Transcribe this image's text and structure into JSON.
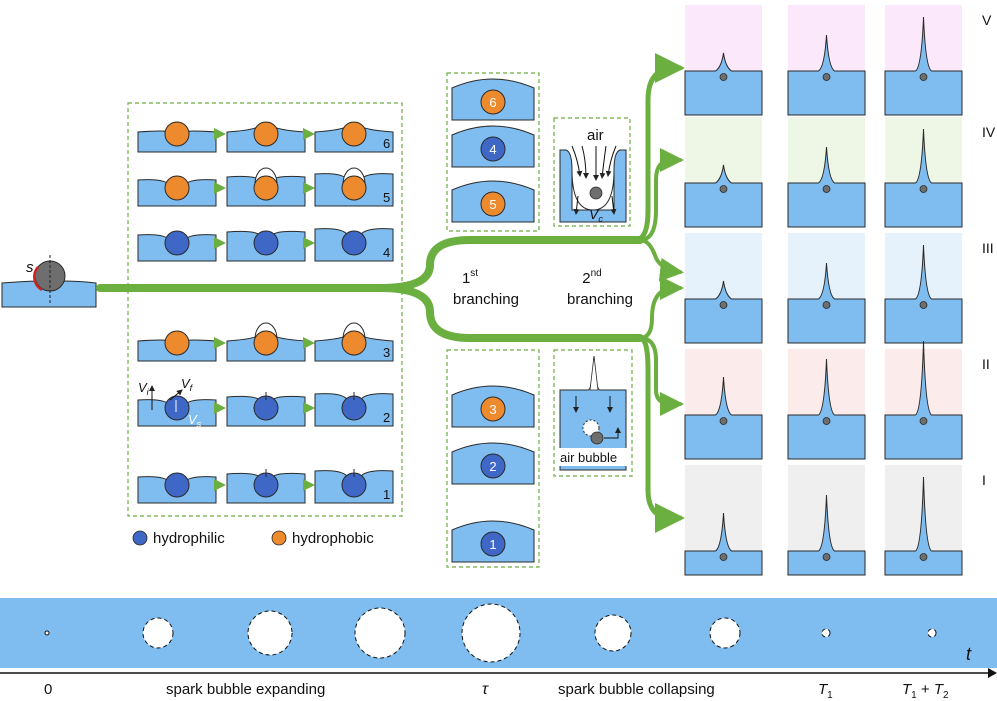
{
  "colors": {
    "water": "#7fbdf0",
    "water_stroke": "#2a2a2a",
    "hydrophilic": "#3f67c6",
    "hydrophobic": "#ee8a2e",
    "gray_particle": "#6e6e6e",
    "arrow_green": "#6aaf3f",
    "dash_green": "#6aaf3f",
    "bg_V": "#fbe9fb",
    "bg_IV": "#eef7e5",
    "bg_III": "#e6f2fb",
    "bg_II": "#fbeceb",
    "bg_I": "#efefef"
  },
  "initial": {
    "s_label": "s"
  },
  "left_panel": {
    "rows": [
      {
        "number": "6",
        "particle": "hydrophobic"
      },
      {
        "number": "5",
        "particle": "hydrophobic"
      },
      {
        "number": "4",
        "particle": "hydrophilic"
      },
      {
        "number": "3",
        "particle": "hydrophobic"
      },
      {
        "number": "2",
        "particle": "hydrophilic"
      },
      {
        "number": "1",
        "particle": "hydrophilic"
      }
    ],
    "velocity_labels": {
      "vi": "V",
      "vi_sub": "i",
      "vf": "V",
      "vf_sub": "f",
      "vs": "V",
      "vs_sub": "s"
    }
  },
  "legend": {
    "hydrophilic": "hydrophilic",
    "hydrophobic": "hydrophobic"
  },
  "middle_top": {
    "numbers": [
      "6",
      "4",
      "5"
    ]
  },
  "middle_bottom": {
    "numbers": [
      "3",
      "2",
      "1"
    ]
  },
  "air_box": {
    "air": "air",
    "vc": "V",
    "vc_sub": "c"
  },
  "air_bubble_box": {
    "label": "air bubble"
  },
  "branching": {
    "first": "1",
    "first_sup": "st",
    "first_word": "branching",
    "second": "2",
    "second_sup": "nd",
    "second_word": "branching"
  },
  "regimes": [
    "V",
    "IV",
    "III",
    "II",
    "I"
  ],
  "timeline": {
    "axis_label": "t",
    "labels": {
      "zero": "0",
      "expanding": "spark bubble expanding",
      "tau": "τ",
      "collapsing": "spark bubble collapsing",
      "t1": "T",
      "t1_sub": "1",
      "t1t2_a": "T",
      "t1t2_a_sub": "1",
      "t1t2_plus": " + ",
      "t1t2_b": "T",
      "t1t2_b_sub": "2"
    }
  }
}
